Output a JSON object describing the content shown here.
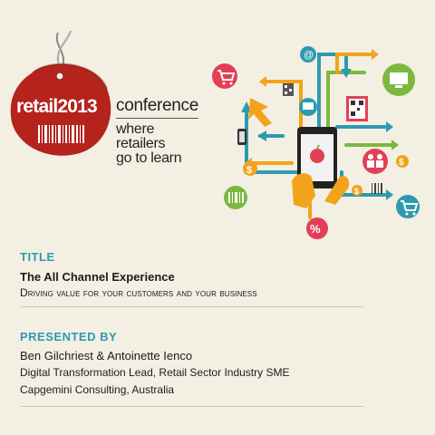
{
  "brand": {
    "logo_text": "retail2013",
    "conference": "conference",
    "tagline_line1": "where retailers",
    "tagline_line2": "go to learn"
  },
  "title_section": {
    "label": "TITLE",
    "title": "The All Channel Experience",
    "subtitle": "Driving value for your customers and your business"
  },
  "presenter_section": {
    "label": "PRESENTED BY",
    "names": "Ben Gilchriest & Antoinette Ienco",
    "role": "Digital Transformation Lead, Retail Sector Industry SME",
    "organisation": "Capgemini Consulting, Australia"
  },
  "illustration": {
    "percent_symbol": "%",
    "dollar_symbol": "$",
    "at_symbol": "@"
  },
  "colors": {
    "tag_red": "#b5231d",
    "accent_teal": "#2e9ab0",
    "background": "#f3efe3",
    "orange": "#f2a31b",
    "green": "#7cb83f",
    "pink": "#e23f56"
  }
}
